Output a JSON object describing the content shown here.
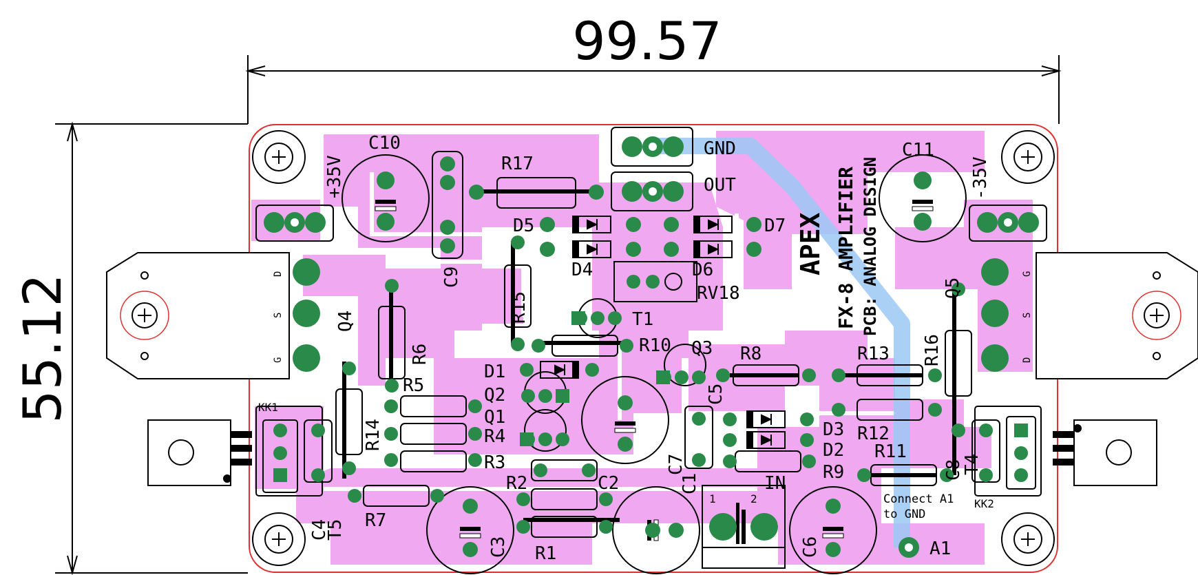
{
  "dimensions": {
    "width": "99.57",
    "height": "55.12"
  },
  "board": {
    "title": "APEX",
    "subtitle": "FX-8 AMPLIFIER",
    "credit": "PCB: ANALOG DESIGN",
    "note_line1": "Connect A1",
    "note_line2": "to GND"
  },
  "connectors": {
    "gnd": "GND",
    "out": "OUT",
    "pos_supply": "+35V",
    "neg_supply": "-35V",
    "input": "IN",
    "a1": "A1",
    "terminal_pin1": "1",
    "terminal_pin2": "2"
  },
  "components": {
    "c10": "C10",
    "c11": "C11",
    "c9": "C9",
    "r17": "R17",
    "d5": "D5",
    "d4": "D4",
    "d7": "D7",
    "d6": "D6",
    "rv18": "RV18",
    "q4": "Q4",
    "q5": "Q5",
    "r15": "R15",
    "t1": "T1",
    "r6": "R6",
    "r10": "R10",
    "q3": "Q3",
    "r8": "R8",
    "r13": "R13",
    "r16": "R16",
    "d1": "D1",
    "r5": "R5",
    "q2": "Q2",
    "q1": "Q1",
    "r4": "R4",
    "r3": "R3",
    "c5": "C5",
    "d3": "D3",
    "d2": "D2",
    "r12": "R12",
    "r9": "R9",
    "r11": "R11",
    "c8": "C8",
    "t4": "T4",
    "kk1": "KK1",
    "kk2": "KK2",
    "r14": "R14",
    "c4": "C4",
    "t5": "T5",
    "r7": "R7",
    "c3": "C3",
    "r2": "R2",
    "c2": "C2",
    "r1": "R1",
    "c7": "C7",
    "c1": "C1",
    "c6": "C6"
  },
  "pin_labels": {
    "d": "D",
    "s": "S",
    "g": "G"
  },
  "colors": {
    "copper": "#f0a8f0",
    "pad": "#2a8a4a",
    "outline": "#e03030",
    "jumper": "#9cc8f4"
  }
}
